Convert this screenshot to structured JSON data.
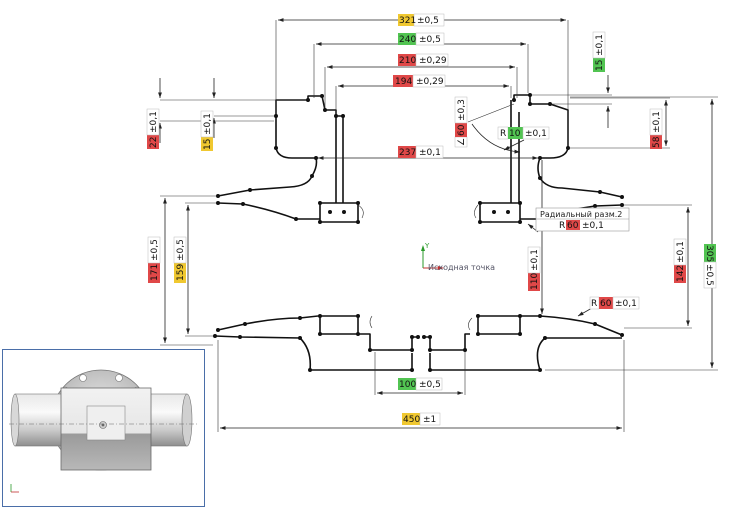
{
  "colors": {
    "yellow": "#f0c830",
    "green": "#52c452",
    "red": "#e04848",
    "sketch": "#111111",
    "frame": "#4a6ea8"
  },
  "dims": {
    "d321": {
      "value": "321",
      "tol": "±0,5"
    },
    "d240": {
      "value": "240",
      "tol": "±0,5"
    },
    "d210": {
      "value": "210",
      "tol": "±0,29"
    },
    "d194": {
      "value": "194",
      "tol": "±0,29"
    },
    "d237": {
      "value": "237",
      "tol": "±0,1"
    },
    "d100": {
      "value": "100",
      "tol": "±0,5"
    },
    "d450": {
      "value": "450",
      "tol": "±1"
    },
    "d22": {
      "value": "22",
      "tol": "±0,1"
    },
    "d15l": {
      "value": "15",
      "tol": "±0,1"
    },
    "d15r": {
      "value": "15",
      "tol": "±0,1"
    },
    "d58": {
      "value": "58",
      "tol": "±0,1"
    },
    "d171": {
      "value": "171",
      "tol": "±0,5"
    },
    "d159": {
      "value": "159",
      "tol": "±0,5"
    },
    "d110": {
      "value": "110",
      "tol": "±0,1"
    },
    "d142": {
      "value": "142",
      "tol": "±0,1"
    },
    "d305": {
      "value": "305",
      "tol": "±0,5"
    },
    "d60a": {
      "value": "60",
      "tol": "±0,3",
      "prefix": "∠"
    },
    "r10": {
      "value": "10",
      "tol": "±0,1",
      "prefix": "R"
    },
    "r60a": {
      "value": "60",
      "tol": "±0,1",
      "prefix": "R"
    },
    "r60b": {
      "value": "60",
      "tol": "±0,1",
      "prefix": "R"
    }
  },
  "labels": {
    "radial": "Радиальный разм.2",
    "origin": "Исходная точка",
    "axis_y": "Y"
  }
}
